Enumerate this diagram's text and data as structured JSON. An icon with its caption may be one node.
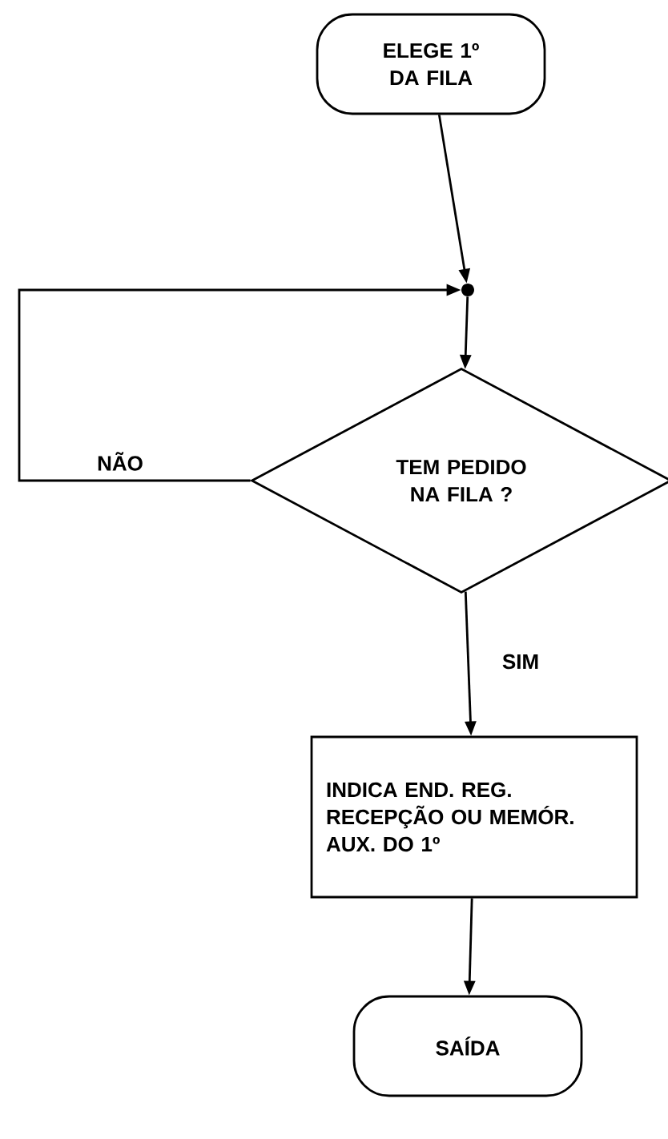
{
  "diagram": {
    "nodes": [
      {
        "text": [
          "ELEGE 1º DA FILA"
        ]
      },
      {
        "text": [],
        "shape": "circle"
      },
      {
        "text": [
          "TEM PEDIDO NA FILA ?"
        ]
      },
      {
        "text": [
          "INDICA END. REG. RECEPÇÃO OU MEMÓR. AUX. DO 1º"
        ]
      },
      {
        "text": [
          "SAÍDA"
        ]
      }
    ],
    "edges": [
      {
        "from": 0,
        "to": 1,
        "arrow": "to"
      },
      {
        "from": 1,
        "to": 2,
        "arrow": "to"
      },
      {
        "from": 2,
        "to": 1,
        "arrow": "to",
        "label": "NÃO"
      },
      {
        "from": 2,
        "to": 3,
        "arrow": "to",
        "label": "SIM"
      },
      {
        "from": 3,
        "to": 4,
        "arrow": "to"
      }
    ]
  }
}
